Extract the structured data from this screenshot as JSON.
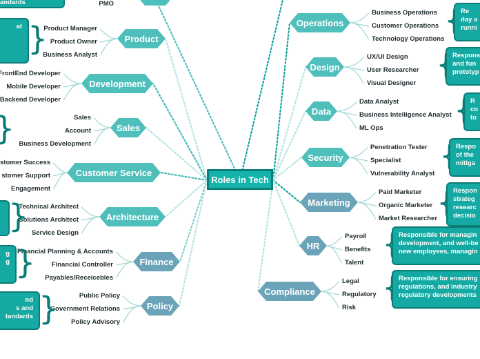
{
  "center": "Roles in Tech",
  "left_top_fragment": "andards",
  "pmo": "PMO",
  "left_nodes": [
    {
      "label": "Product",
      "items": [
        "Product Manager",
        "Product Owner",
        "Business Analyst"
      ],
      "note": "at"
    },
    {
      "label": "Development",
      "items": [
        "FrontEnd Developer",
        "Mobile Developer",
        "Backend Developer"
      ]
    },
    {
      "label": "Sales",
      "items": [
        "Sales",
        "Account",
        "Business Development"
      ]
    },
    {
      "label": "Customer Service",
      "items": [
        "ustomer Success",
        "stomer  Support",
        "Engagement"
      ]
    },
    {
      "label": "Architecture",
      "items": [
        "Technical Architect",
        "Solutions Architect",
        "Service Design"
      ]
    },
    {
      "label": "Finance",
      "items": [
        "Financial Planning & Accounts",
        "Financial Controller",
        "Payables/Receicebles"
      ],
      "note": "g\ng"
    },
    {
      "label": "Policy",
      "items": [
        "Public Policy",
        "Government Relations",
        "Policy Advisory"
      ],
      "note": "nd\ns and\ntandards"
    }
  ],
  "right_nodes": [
    {
      "label": "Operations",
      "items": [
        "Business Operations",
        "Customer Operations",
        "Technology Operations"
      ],
      "note": "Re\nday a\nrunni"
    },
    {
      "label": "Design",
      "items": [
        "UX/UI Design",
        "User Researcher",
        "Visual Designer"
      ],
      "note": "Respons\nand fun\nprototyp"
    },
    {
      "label": "Data",
      "items": [
        "Data Analyst",
        "Business Intelligence Analyst",
        "ML Ops"
      ],
      "note": "R\nco\nto"
    },
    {
      "label": "Security",
      "items": [
        "Penetration Tester",
        "Specialist",
        "Vulnerability Analyst"
      ],
      "note": "Respo\nof the\nmitiga"
    },
    {
      "label": "Marketing",
      "items": [
        "Paid Marketer",
        "Organic Marketer",
        "Market Researcher"
      ],
      "note": "Respon\nstrateg\nresearc\ndecisio"
    },
    {
      "label": "HR",
      "items": [
        "Payroll",
        "Benefits",
        "Talent"
      ],
      "note": "Responsible for managin\ndevelopment, and well-be\nnew employees, managin"
    },
    {
      "label": "Compliance",
      "items": [
        "Legal",
        "Regulatory",
        "Risk"
      ],
      "note": "Responsible for ensuring\nregulations, and industry\nregulatory developments"
    }
  ]
}
